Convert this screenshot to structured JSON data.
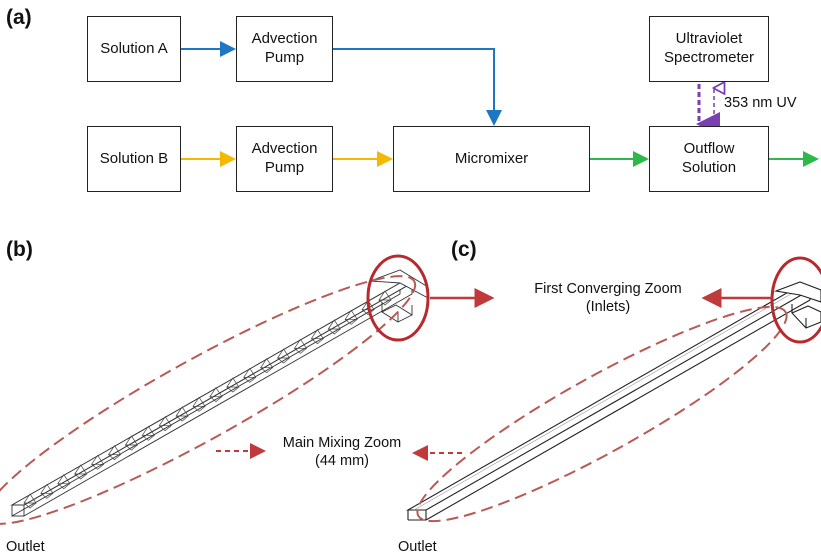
{
  "panels": {
    "a": "(a)",
    "b": "(b)",
    "c": "(c)"
  },
  "flow": {
    "solution_a": "Solution A",
    "solution_b": "Solution B",
    "pump_a": [
      "Advection",
      "Pump"
    ],
    "pump_b": [
      "Advection",
      "Pump"
    ],
    "micromixer": "Micromixer",
    "spectrometer": [
      "Ultraviolet",
      "Spectrometer"
    ],
    "outflow": [
      "Outflow",
      "Solution"
    ],
    "uv_label": "353 nm UV"
  },
  "geometry_labels": {
    "first_zone": [
      "First Converging Zoom",
      "(Inlets)"
    ],
    "main_zone": [
      "Main Mixing Zoom",
      "(44 mm)"
    ],
    "outlet_b": "Outlet",
    "outlet_c": "Outlet"
  },
  "colors": {
    "line_a": "#1f77c4",
    "line_b": "#f5b800",
    "line_out": "#2fb84a",
    "uv": "#7a3fb0",
    "zone": "#c0393b",
    "zone_dash": "#b85a55"
  }
}
